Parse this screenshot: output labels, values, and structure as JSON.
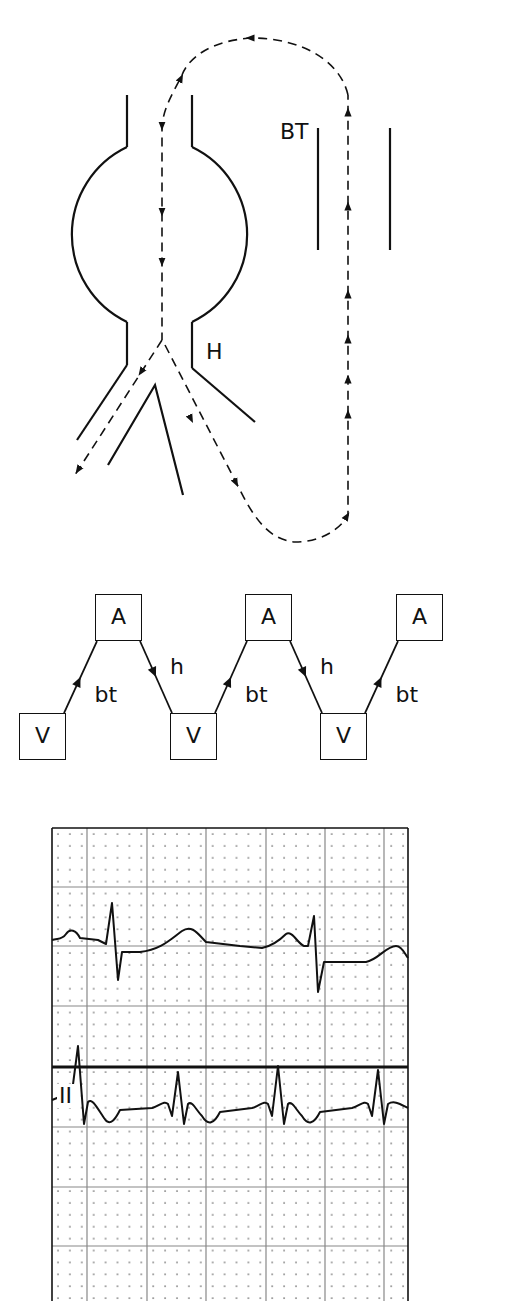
{
  "diagram": {
    "nodes": [
      {
        "text": [
          "A"
        ]
      },
      {
        "text": [
          "A"
        ]
      },
      {
        "text": [
          "A"
        ]
      },
      {
        "text": [
          "V"
        ]
      },
      {
        "text": [
          "V"
        ]
      },
      {
        "text": [
          "V"
        ]
      }
    ],
    "edges": [
      {
        "from": 3,
        "to": 0,
        "label": "bt",
        "arrow": "to"
      },
      {
        "from": 0,
        "to": 4,
        "label": "h",
        "arrow": "to"
      },
      {
        "from": 4,
        "to": 1,
        "label": "bt",
        "arrow": "to"
      },
      {
        "from": 1,
        "to": 5,
        "label": "h",
        "arrow": "to"
      },
      {
        "from": 5,
        "to": 2,
        "label": "bt",
        "arrow": "to"
      }
    ],
    "labels": [
      "BT",
      "H",
      "II"
    ]
  }
}
